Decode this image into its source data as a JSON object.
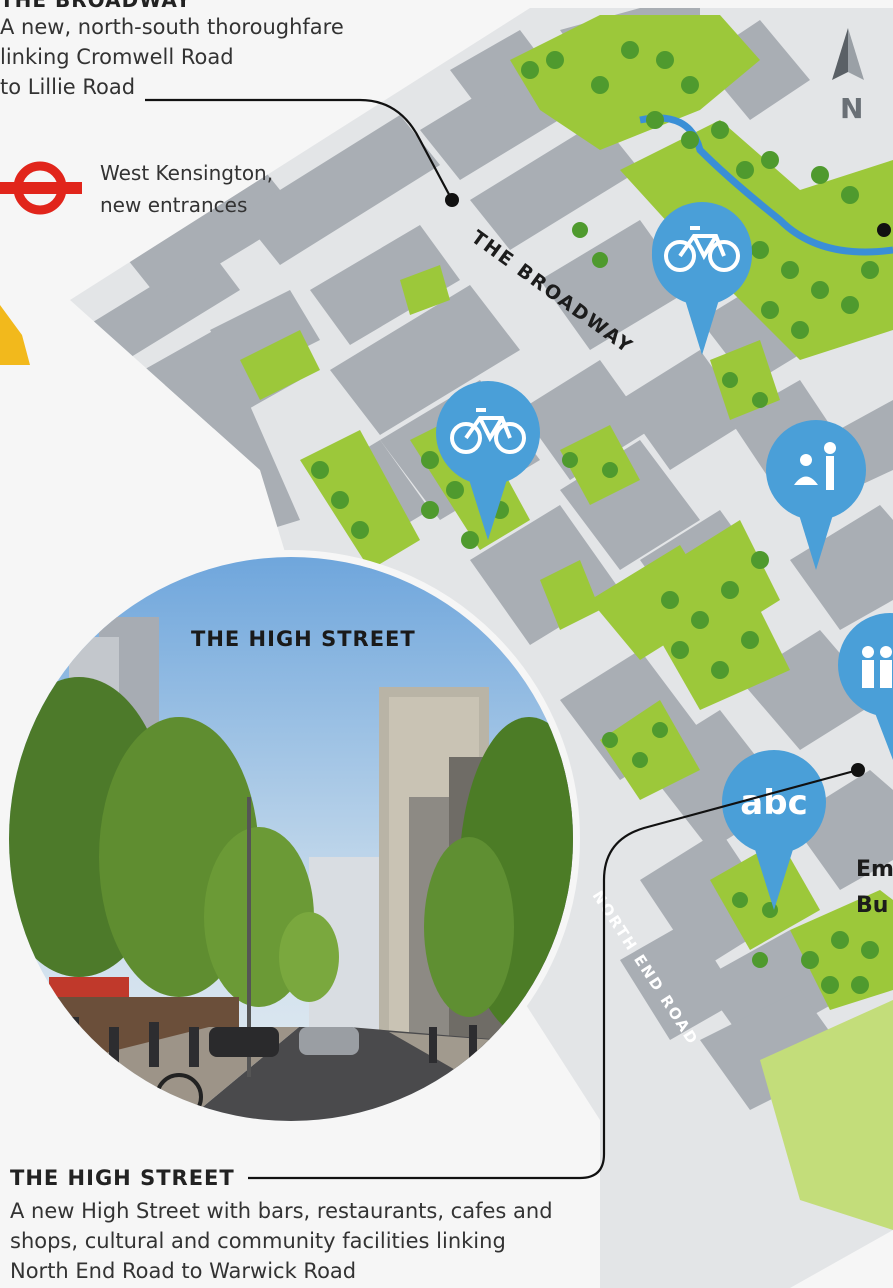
{
  "broadway_caption": {
    "title": "THE BROADWAY",
    "lines": [
      "A new, north-south thoroughfare",
      "linking Cromwell Road",
      "to Lillie Road"
    ]
  },
  "underground": {
    "icon": "london-underground-roundel-icon",
    "lines": [
      "West Kensington,",
      "new entrances"
    ]
  },
  "map": {
    "street_labels": [
      "THE BROADWAY",
      "NORTH END ROAD"
    ],
    "north_label": "N",
    "pins": [
      {
        "icon": "bicycle-icon"
      },
      {
        "icon": "bicycle-icon"
      },
      {
        "icon": "yoga-fitness-icon"
      },
      {
        "icon": "people-icon"
      },
      {
        "icon": "text-abc-icon",
        "label": "abc"
      }
    ],
    "edge_label": [
      "Em",
      "Bu"
    ]
  },
  "photo": {
    "label": "THE HIGH STREET"
  },
  "high_street_caption": {
    "title": "THE HIGH STREET",
    "lines": [
      "A new High Street with bars, restaurants, cafes and",
      "shops, cultural and community facilities linking",
      "North End Road to Warwick Road"
    ]
  },
  "colors": {
    "block": "#a8adb3",
    "road": "#e4e6e8",
    "park": "#9cc83a",
    "tree": "#4f9a2e",
    "water": "#3a8fd6",
    "pin": "#4a9fd8",
    "underground_red": "#e1251b"
  }
}
